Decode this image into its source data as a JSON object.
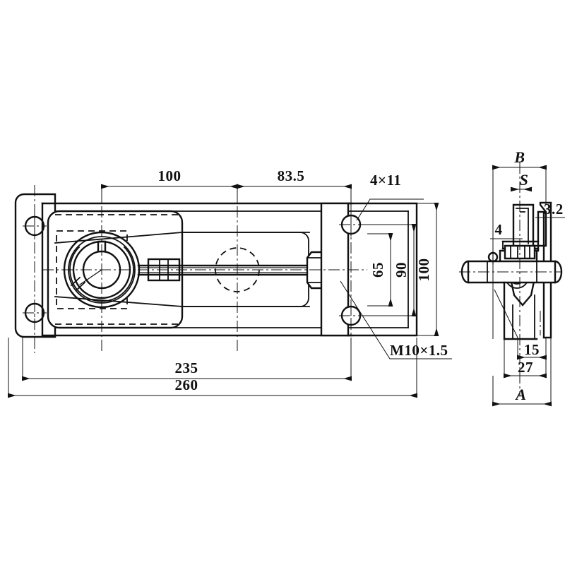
{
  "drawing": {
    "title": "Pillow block bearing unit with tensioner rail - assembly drawing",
    "background_color": "#ffffff",
    "line_color": "#111111",
    "views": {
      "front": {
        "name": "front-elevation-view",
        "description": "Front view of bearing unit mounted on tensioner rail with adjusting screw"
      },
      "side": {
        "name": "side-elevation-view",
        "description": "Right side view showing rail profile section"
      }
    },
    "dimensions": {
      "top_left": "100",
      "top_right": "83.5",
      "bottom_inner": "235",
      "bottom_outer": "260",
      "vertical_inner": "65",
      "vertical_mid": "90",
      "vertical_outer": "100",
      "hole_callout": "4×11",
      "thread_callout": "M10×1.5",
      "side_top": "B",
      "side_s": "S",
      "side_thickness": "3.2",
      "side_four": "4",
      "side_fifteen": "15",
      "side_twentyseven": "27",
      "side_bottom": "A"
    }
  }
}
